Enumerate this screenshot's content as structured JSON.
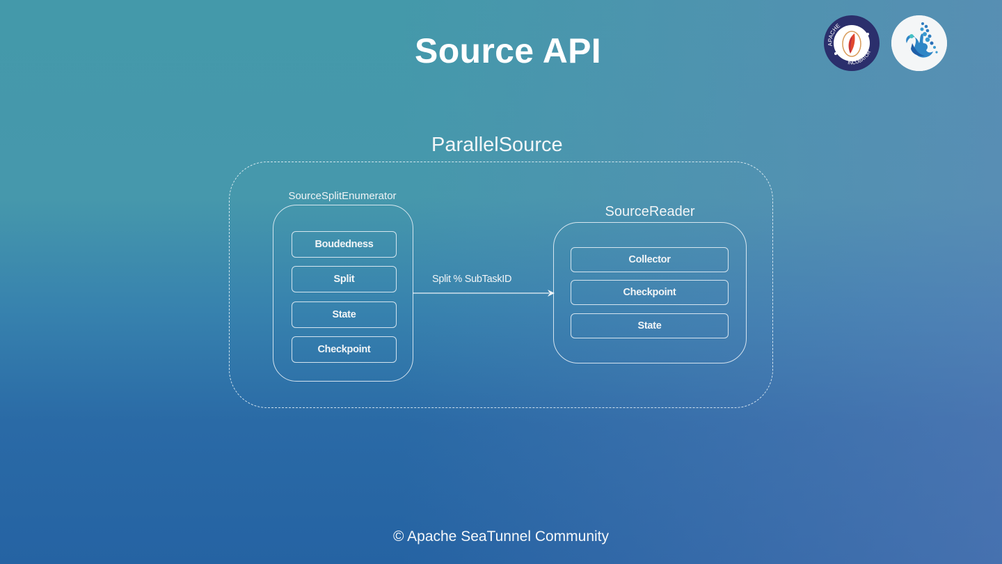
{
  "slide": {
    "title": "Source API",
    "footer": "© Apache SeaTunnel Community"
  },
  "logos": [
    {
      "name": "apache-incubator-logo",
      "text_top": "APACHE",
      "text_bottom": "INCUBATOR"
    },
    {
      "name": "seatunnel-logo"
    }
  ],
  "diagram": {
    "title": "ParallelSource",
    "enumerator": {
      "label": "SourceSplitEnumerator",
      "items": [
        "Boudedness",
        "Split",
        "State",
        "Checkpoint"
      ]
    },
    "edge": {
      "label": "Split % SubTaskID",
      "from": "SourceSplitEnumerator",
      "to": "SourceReader"
    },
    "reader": {
      "label": "SourceReader",
      "items": [
        "Collector",
        "Checkpoint",
        "State"
      ]
    }
  }
}
